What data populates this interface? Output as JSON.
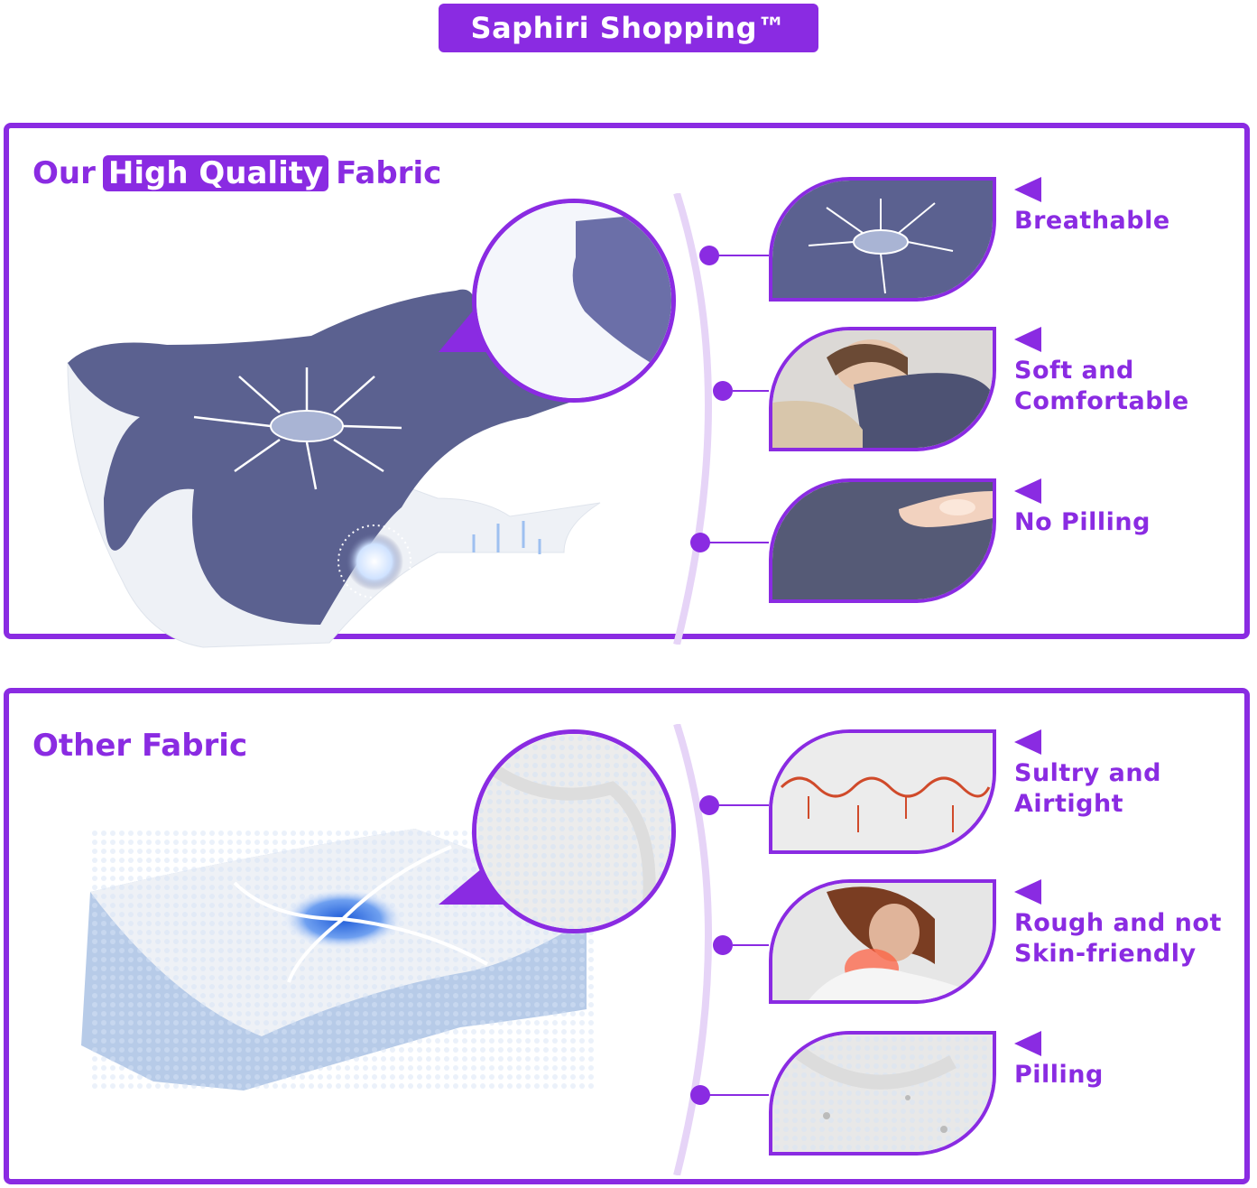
{
  "brand": {
    "title": "Saphiri Shopping™"
  },
  "colors": {
    "accent": "#8a2be2",
    "navy_fabric": "#5b6190",
    "white_fabric": "#eef1f6",
    "mesh_blue": "#b7cbe8"
  },
  "top_panel": {
    "title_before": "Our",
    "title_highlight": "High Quality",
    "title_after": "Fabric",
    "features": [
      {
        "label": "Breathable",
        "icon": "breathable-airflow-icon"
      },
      {
        "label": "Soft and\nComfortable",
        "icon": "sleeping-person-icon"
      },
      {
        "label": "No Pilling",
        "icon": "smooth-fabric-icon"
      }
    ]
  },
  "bottom_panel": {
    "title": "Other Fabric",
    "features": [
      {
        "label": "Sultry and\nAirtight",
        "icon": "heat-wave-icon"
      },
      {
        "label": "Rough and not\nSkin-friendly",
        "icon": "neck-pain-icon"
      },
      {
        "label": "Pilling",
        "icon": "pilled-fabric-icon"
      }
    ]
  }
}
